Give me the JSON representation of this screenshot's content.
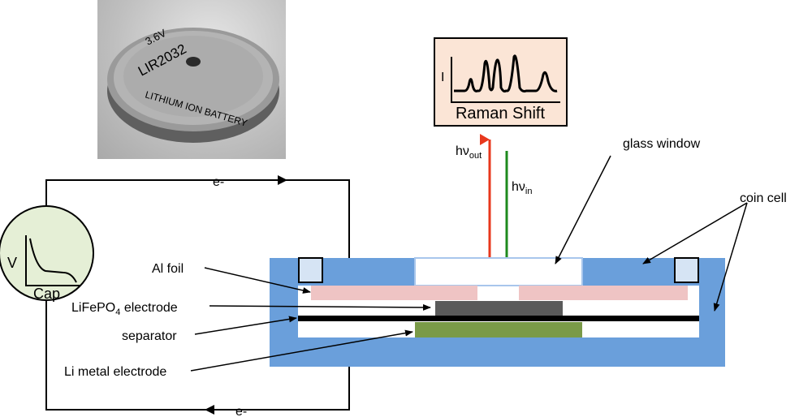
{
  "photo": {
    "coin_text": [
      "3.6V",
      "LIR2032",
      "LITHIUM ION BATTERY"
    ]
  },
  "spectrum_box": {
    "axis_label": "I",
    "title": "Raman Shift"
  },
  "light": {
    "out_label": "hν",
    "out_sub": "out",
    "in_label": "hν",
    "in_sub": "in",
    "out_color": "#e8381d",
    "in_color": "#1e8a1e"
  },
  "circuit": {
    "top_electron": "e-",
    "bottom_electron": "e-",
    "gauge_v": "V",
    "gauge_cap": "Cap"
  },
  "labels": {
    "glass_window": "glass window",
    "coin_cell": "coin cell",
    "al_foil": "Al foil",
    "cathode_main": "LiFePO",
    "cathode_sub": "4",
    "cathode_tail": " electrode",
    "separator": "separator",
    "li_metal": "Li metal electrode"
  },
  "colors": {
    "casing": "#6a9fdb",
    "foil": "#efc4c4",
    "cathode": "#5a5a5a",
    "separator": "#000000",
    "anode": "#7a9a48",
    "gauge_fill": "#e5efd6",
    "spectrum_fill": "#fbe5d6",
    "spacer": "#d6e4f4"
  }
}
